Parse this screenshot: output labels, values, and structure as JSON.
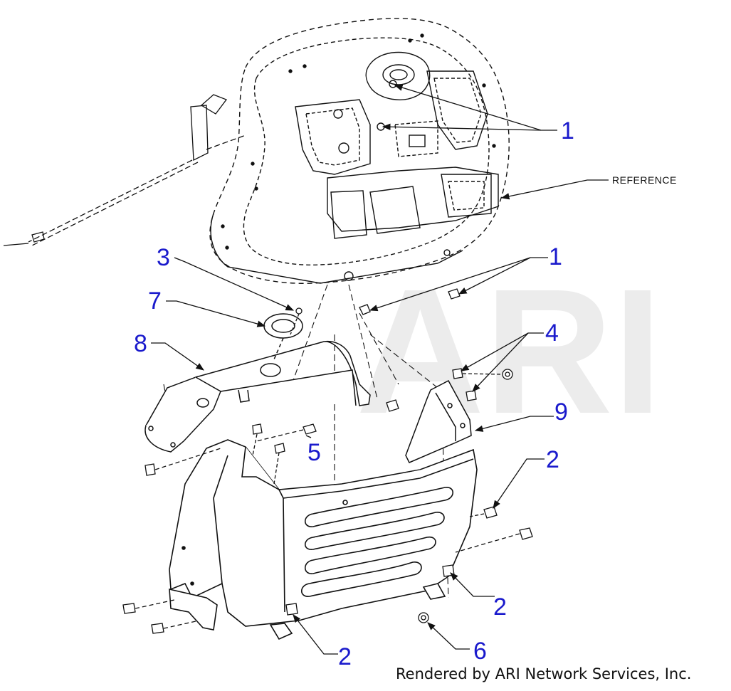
{
  "watermark": "ARI",
  "reference_label": "REFERENCE",
  "callouts": {
    "c1_top": "1",
    "c1_mid": "1",
    "c3": "3",
    "c7": "7",
    "c8": "8",
    "c4": "4",
    "c9": "9",
    "c5": "5",
    "c2_right": "2",
    "c2_lower_right": "2",
    "c2_bottom": "2",
    "c6": "6"
  },
  "footer": {
    "credit": "Rendered by ARI Network Services, Inc."
  },
  "colors": {
    "callout": "#1a1acc",
    "line": "#111111",
    "watermark": "#ececec"
  }
}
